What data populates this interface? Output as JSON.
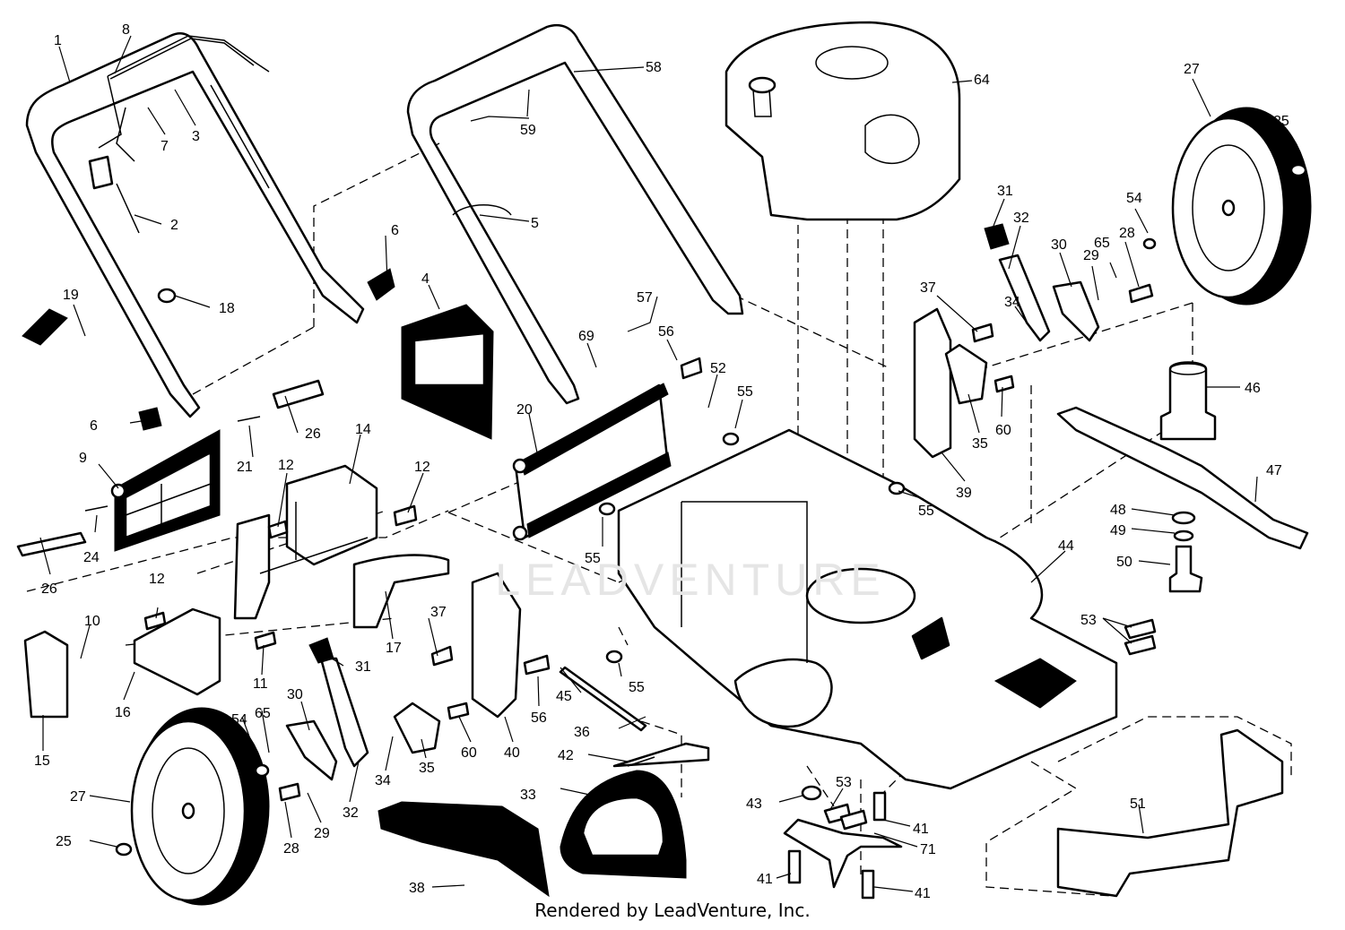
{
  "footer": "Rendered by LeadVenture, Inc.",
  "watermark": "LEADVENTURE",
  "callouts": [
    "1",
    "8",
    "7",
    "3",
    "2",
    "19",
    "18",
    "6",
    "6",
    "9",
    "21",
    "26",
    "24",
    "26",
    "12",
    "14",
    "12",
    "12",
    "10",
    "11",
    "16",
    "15",
    "17",
    "4",
    "58",
    "59",
    "5",
    "57",
    "69",
    "56",
    "20",
    "52",
    "55",
    "55",
    "55",
    "55",
    "64",
    "31",
    "32",
    "30",
    "37",
    "34",
    "39",
    "35",
    "60",
    "29",
    "65",
    "28",
    "54",
    "27",
    "25",
    "46",
    "47",
    "48",
    "49",
    "50",
    "44",
    "53",
    "37",
    "31",
    "30",
    "54",
    "65",
    "34",
    "35",
    "60",
    "40",
    "56",
    "45",
    "36",
    "42",
    "33",
    "38",
    "27",
    "25",
    "28",
    "29",
    "32",
    "43",
    "53",
    "41",
    "71",
    "41",
    "41",
    "51"
  ]
}
